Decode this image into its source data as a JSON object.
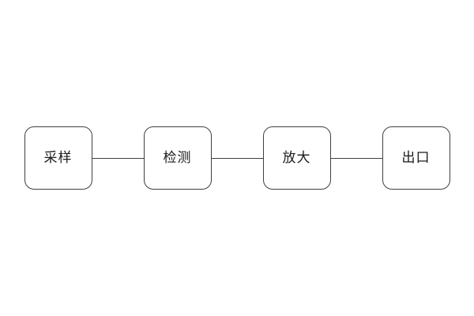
{
  "diagram": {
    "type": "flowchart",
    "direction": "horizontal",
    "nodes": [
      {
        "id": "node-1",
        "label": "采样"
      },
      {
        "id": "node-2",
        "label": "检测"
      },
      {
        "id": "node-3",
        "label": "放大"
      },
      {
        "id": "node-4",
        "label": "出口"
      }
    ],
    "connections": [
      {
        "from": "node-1",
        "to": "node-2",
        "style": "plain-line"
      },
      {
        "from": "node-2",
        "to": "node-3",
        "style": "plain-line"
      },
      {
        "from": "node-3",
        "to": "node-4",
        "style": "plain-line"
      }
    ],
    "colors": {
      "background": "#ffffff",
      "node_fill": "#ffffff",
      "node_border": "#404040",
      "connector": "#404040",
      "text": "#1a1a1a"
    }
  }
}
